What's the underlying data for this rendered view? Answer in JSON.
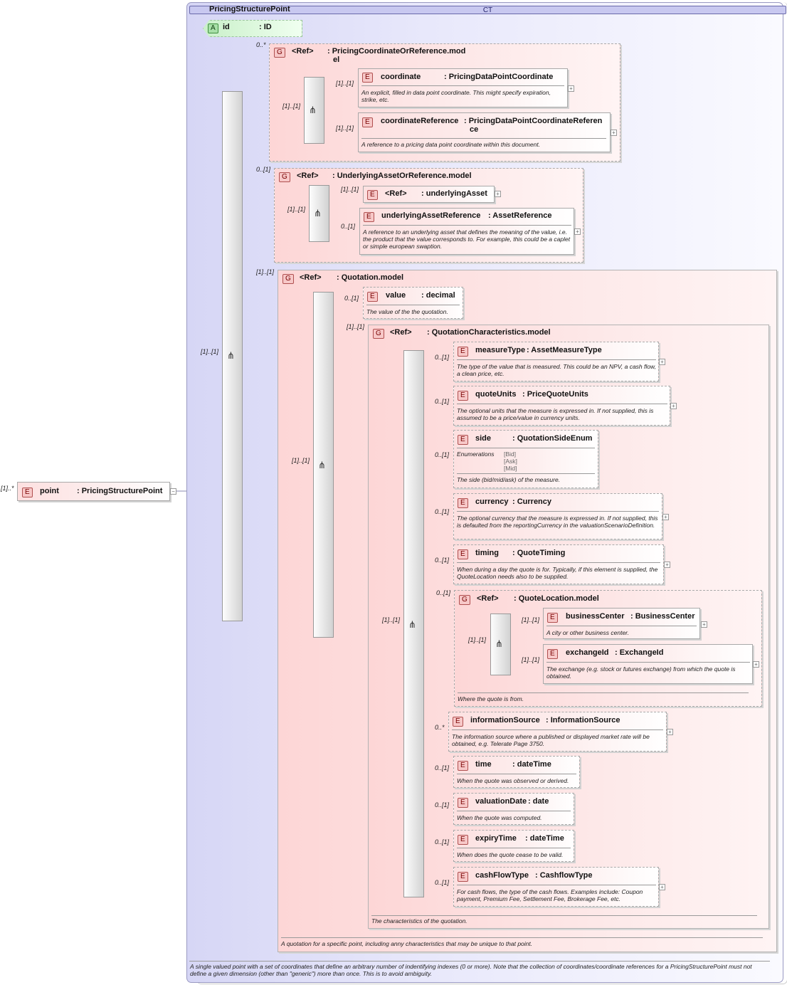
{
  "root": {
    "occ": "[1]..*",
    "name": "point",
    "type": ": PricingStructurePoint"
  },
  "ct": {
    "name": "PricingStructurePoint",
    "doc": "A single valued point with a set of coordinates that define an arbitrary number of indentifying indexes (0 or more). Note that the collection of coordinates/coordinate references for a PricingStructurePoint must not define a given dimension (other than \"generic\") more than once. This is to avoid ambiguity."
  },
  "attribute": {
    "name": "id",
    "type": ": ID"
  },
  "seq_occ": "[1]..[1]",
  "groups": {
    "pricing_coordinate": {
      "occ": "0..*",
      "seq_occ": "[1]..[1]",
      "ref": "<Ref>",
      "name": ": PricingCoordinateOrReference.mod",
      "name2": "el",
      "coordinate": {
        "occ": "[1]..[1]",
        "name": "coordinate",
        "type": ": PricingDataPointCoordinate",
        "doc": "An explicit, filled in data point coordinate. This might specify expiration, strike, etc."
      },
      "coordinate_reference": {
        "occ": "[1]..[1]",
        "name": "coordinateReference",
        "type": ": PricingDataPointCoordinateReferen",
        "type2": "ce",
        "doc": "A reference to a pricing data point coordinate within this document."
      }
    },
    "underlying_asset": {
      "occ": "0..[1]",
      "seq_occ": "[1]..[1]",
      "ref": "<Ref>",
      "name": ": UnderlyingAssetOrReference.model",
      "asset": {
        "occ": "[1]..[1]",
        "ref": "<Ref>",
        "name": ": underlyingAsset"
      },
      "asset_reference": {
        "occ": "0..[1]",
        "name": "underlyingAssetReference",
        "type": ": AssetReference",
        "doc": "A reference to an underlying asset that defines the meaning of the value, i.e. the product that the value corresponds to. For example, this could be a caplet or simple european swaption."
      }
    },
    "quotation": {
      "occ": "[1]..[1]",
      "seq_occ": "[1]..[1]",
      "ref": "<Ref>",
      "name": ": Quotation.model",
      "doc": "A quotation for a specific point, including anny characteristics that may be unique to that point.",
      "value": {
        "occ": "0..[1]",
        "name": "value",
        "type": ": decimal",
        "doc": "The value of the the quotation."
      },
      "characteristics": {
        "occ": "[1]..[1]",
        "seq_occ": "[1]..[1]",
        "ref": "<Ref>",
        "name": ": QuotationCharacteristics.model",
        "doc": "The characteristics of the quotation.",
        "measure_type": {
          "occ": "0..[1]",
          "name": "measureType",
          "type": ": AssetMeasureType",
          "doc": "The type of the value that is measured. This could be an NPV, a cash flow, a clean price, etc."
        },
        "quote_units": {
          "occ": "0..[1]",
          "name": "quoteUnits",
          "type": ": PriceQuoteUnits",
          "doc": "The optional units that the measure is expressed in. If not supplied, this is assumed to be a price/value in currency units."
        },
        "side": {
          "occ": "0..[1]",
          "name": "side",
          "type": ": QuotationSideEnum",
          "enum_label": "Enumerations",
          "enums": [
            "[Bid]",
            "[Ask]",
            "[Mid]"
          ],
          "doc": "The side (bid/mid/ask) of the measure."
        },
        "currency": {
          "occ": "0..[1]",
          "name": "currency",
          "type": ": Currency",
          "doc": "The optional currency that the measure is expressed in. If not supplied, this is defaulted from the reportingCurrency in the valuationScenarioDefinition."
        },
        "timing": {
          "occ": "0..[1]",
          "name": "timing",
          "type": ": QuoteTiming",
          "doc": "When during a day the quote is for. Typically, if this element is supplied, the QuoteLocation needs also to be supplied."
        },
        "location": {
          "occ": "0..[1]",
          "seq_occ": "[1]..[1]",
          "ref": "<Ref>",
          "name": ": QuoteLocation.model",
          "doc": "Where the quote is from.",
          "business_center": {
            "occ": "[1]..[1]",
            "name": "businessCenter",
            "type": ": BusinessCenter",
            "doc": "A city or other business center."
          },
          "exchange_id": {
            "occ": "[1]..[1]",
            "name": "exchangeId",
            "type": ": ExchangeId",
            "doc": "The exchange (e.g. stock or futures exchange) from which the quote is obtained."
          }
        },
        "information_source": {
          "occ": "0..*",
          "name": "informationSource",
          "type": ": InformationSource",
          "doc": "The information source where a published or displayed market rate will be obtained, e.g. Telerate Page 3750."
        },
        "time": {
          "occ": "0..[1]",
          "name": "time",
          "type": ": dateTime",
          "doc": "When the quote was observed or derived."
        },
        "valuation_date": {
          "occ": "0..[1]",
          "name": "valuationDate",
          "type": ": date",
          "doc": "When the quote was computed."
        },
        "expiry_time": {
          "occ": "0..[1]",
          "name": "expiryTime",
          "type": ": dateTime",
          "doc": "When does the quote cease to be valid."
        },
        "cash_flow_type": {
          "occ": "0..[1]",
          "name": "cashFlowType",
          "type": ": CashflowType",
          "doc": "For cash flows, the type of the cash flows. Examples include: Coupon payment, Premium Fee, Settlement Fee, Brokerage Fee, etc."
        }
      }
    }
  },
  "badges": {
    "element": "E",
    "group": "G",
    "complex_type": "CT",
    "attribute": "A"
  },
  "icons": {
    "expand": "plus-icon",
    "sequence": "sequence-icon"
  }
}
